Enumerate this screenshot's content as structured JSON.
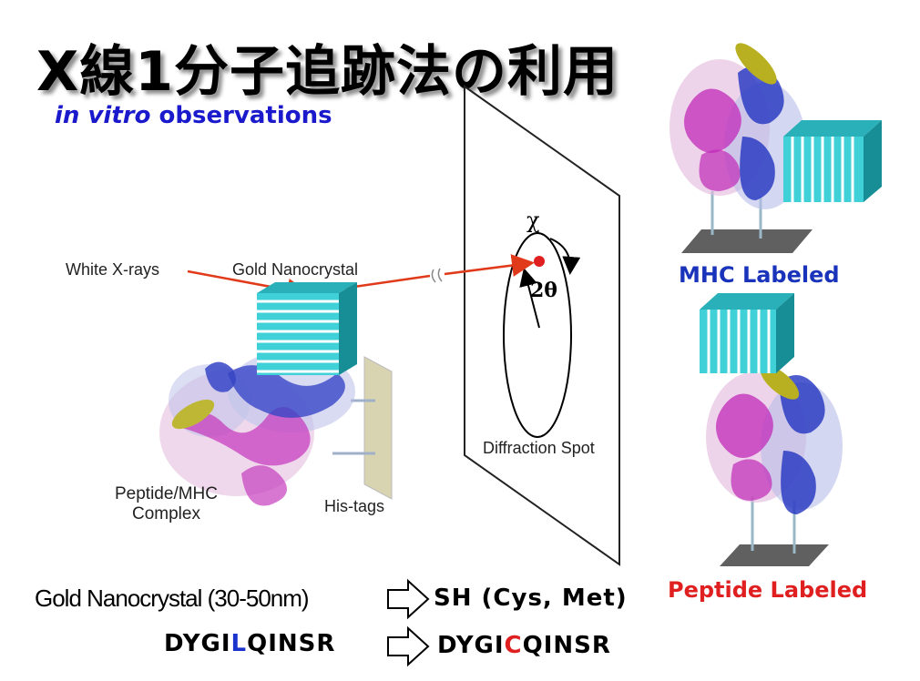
{
  "slide": {
    "title": "X線1分子追跡法の利用",
    "subtitle_italic": "in vitro",
    "subtitle_rest": " observations"
  },
  "diagram": {
    "white_xrays": "White X-rays",
    "gold_nanocrystal": "Gold  Nanocrystal",
    "chi": "χ",
    "two_theta": "2θ",
    "diffraction_spot": "Diffraction Spot",
    "peptide_mhc_line1": "Peptide/MHC",
    "peptide_mhc_line2": "Complex",
    "his_tags": "His-tags"
  },
  "right_panel": {
    "mhc_labeled": "MHC Labeled",
    "peptide_labeled": "Peptide Labeled"
  },
  "bottom": {
    "gold_size": "Gold Nanocrystal (30-50nm)",
    "sh_groups": "SH (Cys, Met)",
    "seq1_pre": "DYGI",
    "seq1_mut": "L",
    "seq1_post": "QINSR",
    "seq2_pre": "DYGI",
    "seq2_mut": "C",
    "seq2_post": "QINSR"
  },
  "colors": {
    "title_blue": "#1a1acc",
    "label_blue": "#1a33bb",
    "label_red": "#e02020",
    "crystal_cyan": "#3fd0d8",
    "arrow_red": "#e03a1a"
  }
}
